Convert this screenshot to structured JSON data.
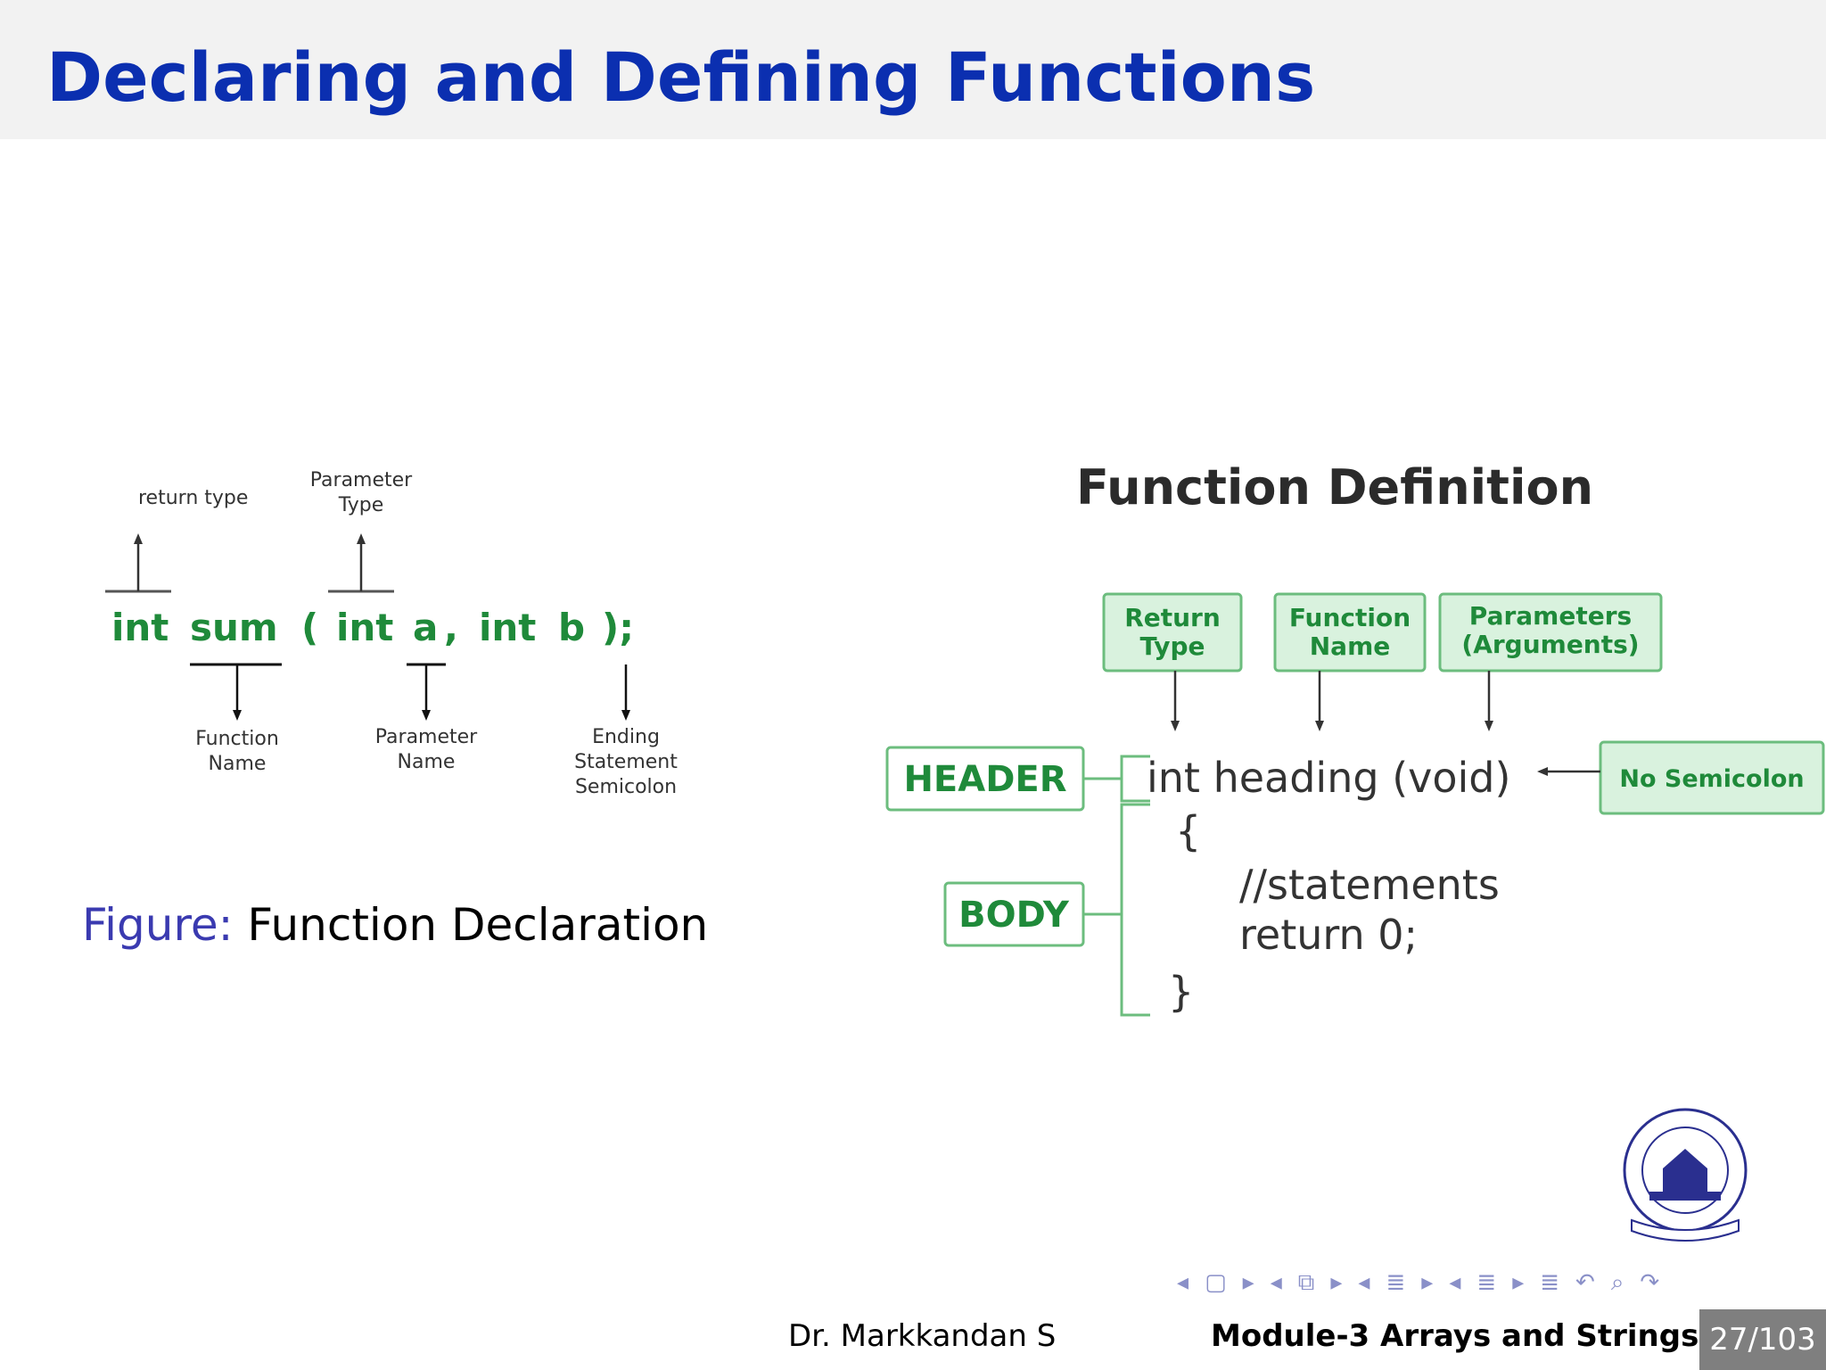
{
  "slide": {
    "title": "Declaring and Defining Functions",
    "page": "27/103"
  },
  "declaration": {
    "code": [
      "int",
      "sum",
      "(",
      "int",
      "a",
      ",",
      "int",
      "b",
      ");"
    ],
    "labels": {
      "return_type": "return type",
      "parameter_type_1": "Parameter",
      "parameter_type_2": "Type",
      "function_name_1": "Function",
      "function_name_2": "Name",
      "parameter_name_1": "Parameter",
      "parameter_name_2": "Name",
      "ending_1": "Ending",
      "ending_2": "Statement",
      "ending_3": "Semicolon"
    },
    "caption_label": "Figure:",
    "caption_text": "Function Declaration"
  },
  "definition": {
    "heading": "Function Definition",
    "boxes": {
      "return_type_1": "Return",
      "return_type_2": "Type",
      "function_name_1": "Function",
      "function_name_2": "Name",
      "parameters_1": "Parameters",
      "parameters_2": "(Arguments)",
      "header": "HEADER",
      "body": "BODY",
      "no_semicolon": "No Semicolon"
    },
    "code": {
      "signature": "int heading (void)",
      "open_brace": "{",
      "statements": "//statements",
      "return": "return 0;",
      "close_brace": "}"
    }
  },
  "footer": {
    "author": "Dr. Markkandan S",
    "module": "Module-3  Arrays and Strings"
  },
  "colors": {
    "title": "#0b2fb0",
    "green": "#1f8a3a",
    "box_fill": "#d9f2de",
    "box_stroke": "#6cbd7e"
  }
}
